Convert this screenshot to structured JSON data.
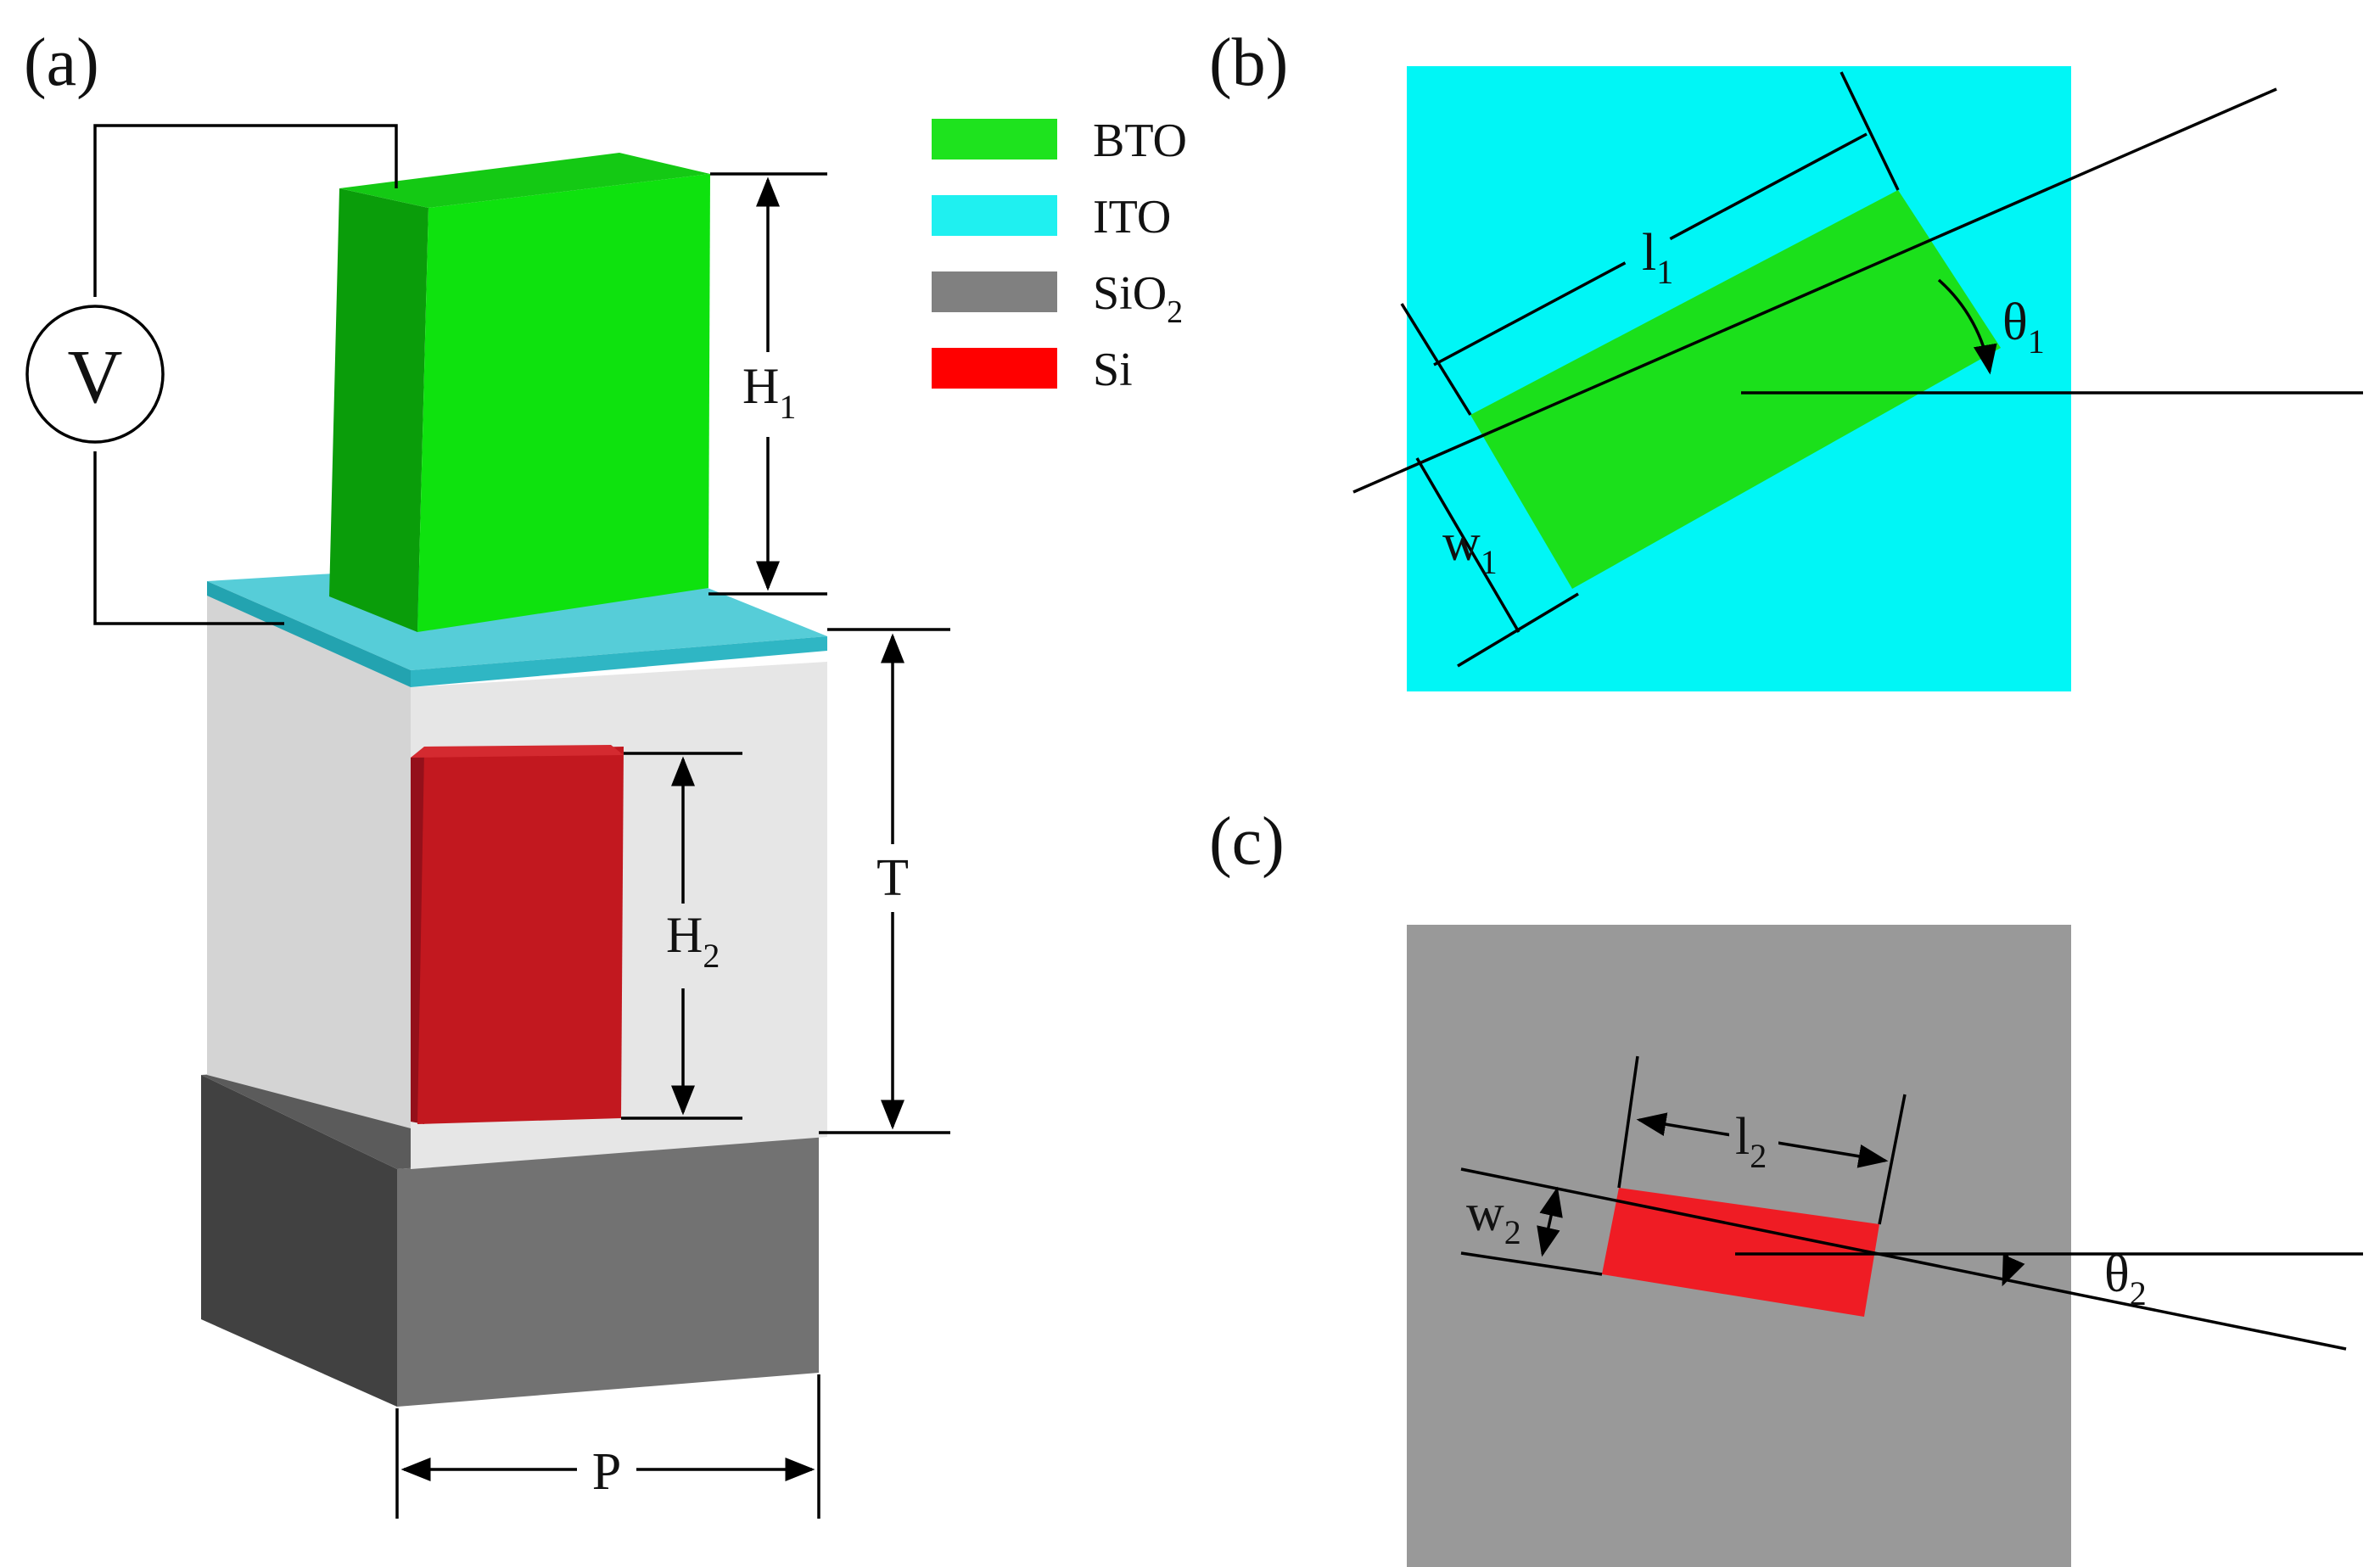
{
  "panels": {
    "a": {
      "label": "(a)",
      "voltage_symbol": "V",
      "dims": {
        "H1": [
          "H",
          "1"
        ],
        "H2": [
          "H",
          "2"
        ],
        "T": "T",
        "P": "P"
      }
    },
    "b": {
      "label": "(b)",
      "dims": {
        "l1": [
          "l",
          "1"
        ],
        "w1": [
          "w",
          "1"
        ],
        "theta1": [
          "θ",
          "1"
        ]
      }
    },
    "c": {
      "label": "(c)",
      "dims": {
        "l2": [
          "l",
          "2"
        ],
        "w2": [
          "w",
          "2"
        ],
        "theta2": [
          "θ",
          "2"
        ]
      }
    }
  },
  "legend": [
    {
      "name": "BTO",
      "sub": "",
      "color": "#1ee31e"
    },
    {
      "name": "ITO",
      "sub": "",
      "color": "#1ff0f0"
    },
    {
      "name": "SiO",
      "sub": "2",
      "color": "#808080"
    },
    {
      "name": "Si",
      "sub": "",
      "color": "#ff0000"
    }
  ],
  "colors": {
    "bto_front": "#0ee20e",
    "bto_side": "#0a9d0a",
    "bto_top": "#14c914",
    "ito": "#2fb6c4",
    "ito_top": "#56cdd8",
    "cladding_left": "#d4d4d4",
    "cladding_front": "#e4e4e4",
    "si_front": "#c2181f",
    "si_side": "#94101a",
    "substrate_top": "#5b5b5b",
    "substrate_front": "#727272",
    "substrate_side": "#414141",
    "ito_background": "#00f6f6",
    "sio2_background": "#999999",
    "bto_rect": "#1be01b",
    "si_rect": "#ef1c24"
  }
}
